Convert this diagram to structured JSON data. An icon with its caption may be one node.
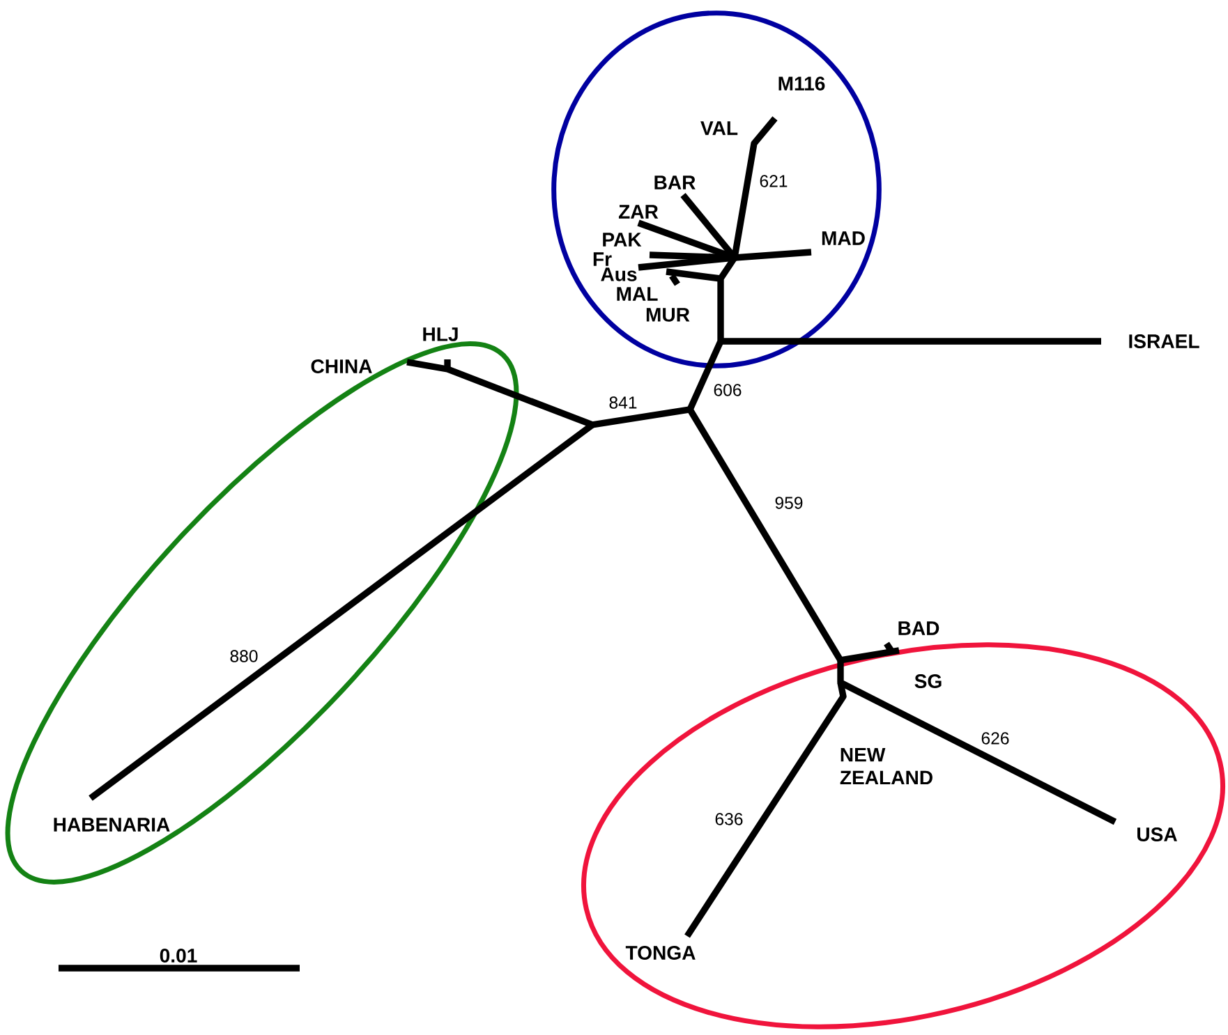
{
  "diagram": {
    "labels": [
      "M116",
      "VAL",
      "621",
      "BAR",
      "ZAR",
      "MAD",
      "PAK",
      "Fr",
      "Aus",
      "MAL",
      "MUR",
      "HLJ",
      "CHINA",
      "ISRAEL",
      "841",
      "606",
      "959",
      "880",
      "BAD",
      "SG",
      "626",
      "NEW ZEALAND",
      "636",
      "USA",
      "HABENARIA",
      "0.01",
      "TONGA"
    ]
  }
}
